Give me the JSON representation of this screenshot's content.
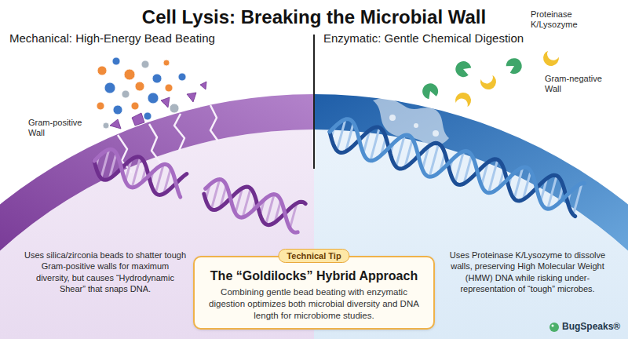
{
  "diagram": {
    "title": "Cell Lysis: Breaking the Microbial Wall",
    "nodes": [
      {
        "text": [
          "Mechanical: High-Energy Bead Beating",
          "Uses silica/zirconia beads to shatter tough Gram-positive walls for maximum diversity, but causes “Hydrodynamic Shear” that snaps DNA."
        ]
      },
      {
        "text": [
          "Enzymatic: Gentle Chemical Digestion",
          "Uses Proteinase K/Lysozyme to dissolve walls, preserving High Molecular Weight (HMW) DNA while risking under-representation of “tough” microbes."
        ]
      },
      {
        "text": [
          "Technical Tip",
          "The “Goldilocks” Hybrid Approach",
          "Combining gentle bead beating with enzymatic digestion optimizes both microbial diversity and DNA length for microbiome studies."
        ]
      }
    ],
    "labels": [
      "Gram-positive Wall",
      "Proteinase K/Lysozyme",
      "Gram-negative Wall",
      "BugSpeaks®"
    ]
  }
}
